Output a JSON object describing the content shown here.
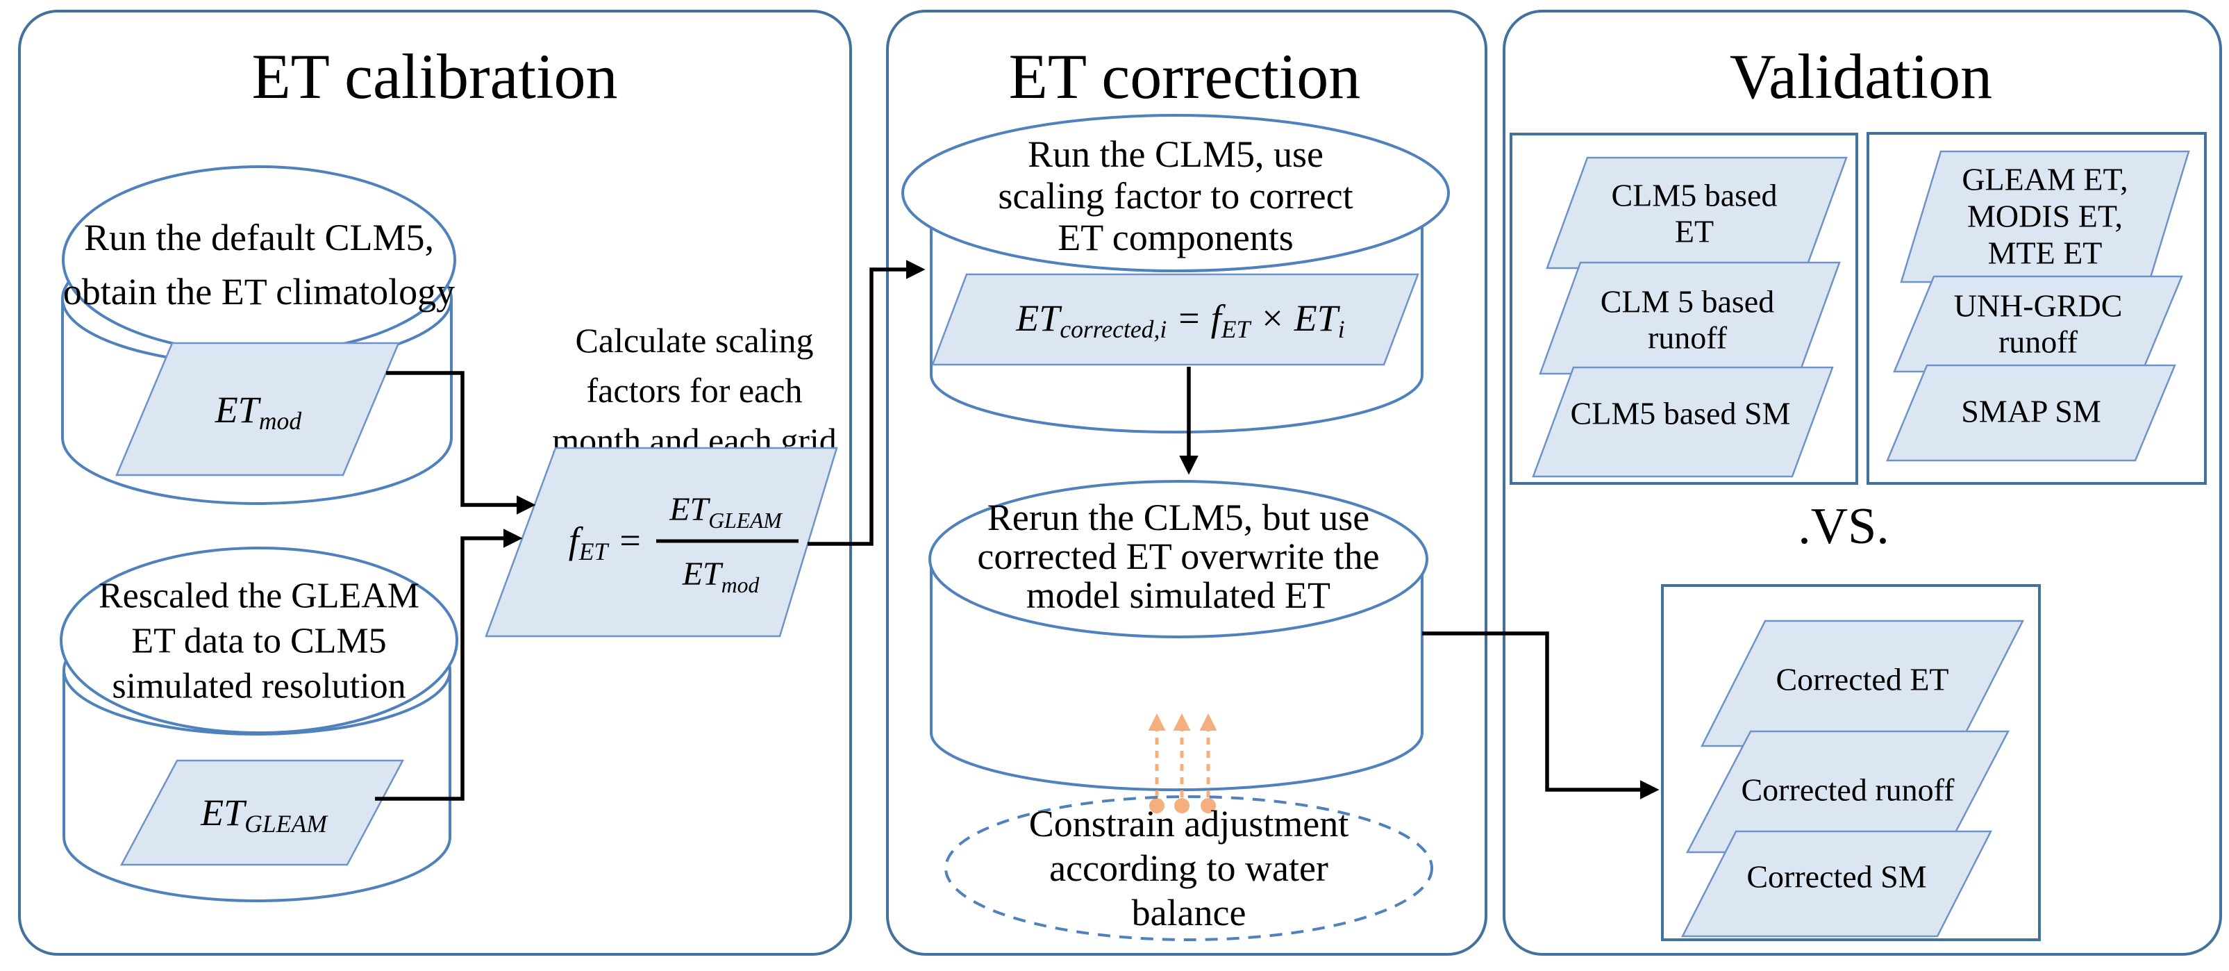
{
  "colors": {
    "panel_outline": "#41719C",
    "shape_outline": "#4F81BD",
    "parallelogram_fill": "#DCE6F3",
    "parallelogram_outline": "#6E93C8",
    "connector_black": "#000000",
    "constraint_orange": "#F5AE7E",
    "text": "#000000",
    "background": "#FFFFFF"
  },
  "panels": {
    "calibration": {
      "title": "ET calibration"
    },
    "correction": {
      "title": "ET correction"
    },
    "validation": {
      "title": "Validation"
    }
  },
  "calibration": {
    "cyl_default": {
      "lines": [
        "Run the default CLM5,",
        "obtain the ET climatology"
      ]
    },
    "et_mod": [
      {
        "t": "ET"
      },
      {
        "t": "mod",
        "sub": true
      }
    ],
    "cyl_rescaled": {
      "lines": [
        "Rescaled  the GLEAM",
        "ET data to CLM5",
        "simulated resolution"
      ]
    },
    "et_gleam": [
      {
        "t": "ET"
      },
      {
        "t": "GLEAM",
        "sub": true
      }
    ],
    "note_lines": [
      "Calculate scaling",
      "factors for each",
      "month and each grid"
    ],
    "formula": {
      "lhs": [
        {
          "t": "f"
        },
        {
          "t": "ET",
          "sub": true
        },
        {
          "t": " ="
        }
      ],
      "numerator": [
        {
          "t": "ET"
        },
        {
          "t": "GLEAM",
          "sub": true
        }
      ],
      "denominator": [
        {
          "t": "ET"
        },
        {
          "t": "mod",
          "sub": true
        }
      ]
    }
  },
  "correction": {
    "cyl_run": {
      "lines": [
        "Run the CLM5, use",
        "scaling factor to correct",
        "ET components"
      ]
    },
    "formula": [
      {
        "t": "ET"
      },
      {
        "t": "corrected,i",
        "sub": true
      },
      {
        "t": " = f",
        "sub": false
      },
      {
        "t": "ET",
        "sub": true
      },
      {
        "t": " × ET",
        "sub": false
      },
      {
        "t": "i",
        "sub": true
      }
    ],
    "cyl_rerun": {
      "lines": [
        "Rerun the CLM5, but use",
        "corrected ET overwrite the",
        "model simulated ET"
      ]
    },
    "constraint": {
      "lines": [
        "Constrain adjustment",
        "according to water",
        "balance"
      ]
    }
  },
  "validation": {
    "vs_label": ".VS.",
    "model_box": {
      "items": [
        [
          "CLM5 based",
          "ET"
        ],
        [
          "CLM 5 based",
          "runoff"
        ],
        [
          "CLM5 based SM"
        ]
      ]
    },
    "reference_box": {
      "items": [
        [
          "GLEAM ET,",
          "MODIS ET,",
          "MTE ET"
        ],
        [
          "UNH-GRDC",
          "runoff"
        ],
        [
          "SMAP SM"
        ]
      ]
    },
    "corrected_box": {
      "items": [
        [
          "Corrected ET"
        ],
        [
          "Corrected runoff"
        ],
        [
          "Corrected SM"
        ]
      ]
    }
  }
}
